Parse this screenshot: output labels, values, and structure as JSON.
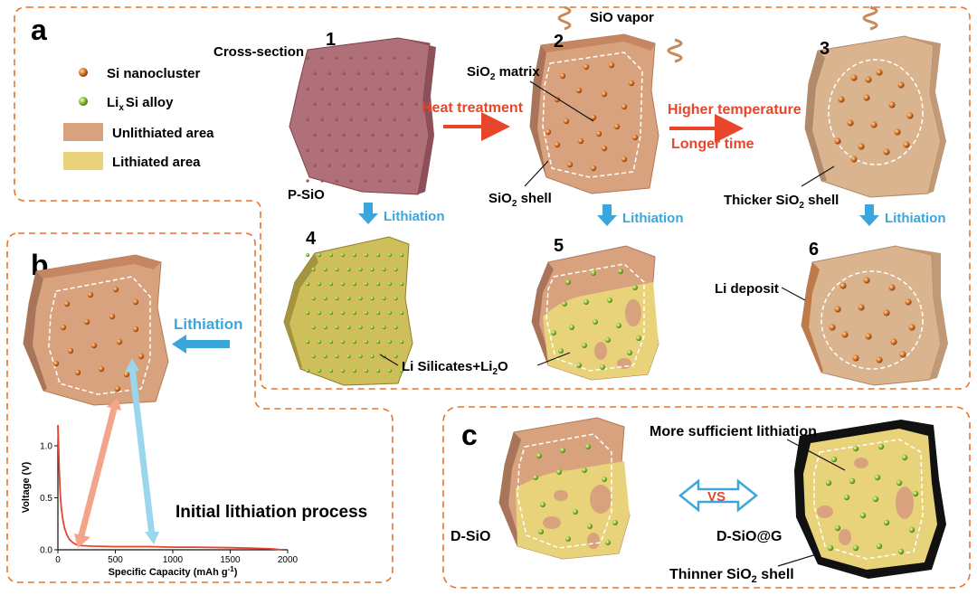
{
  "panels": {
    "a": "a",
    "b": "b",
    "c": "c"
  },
  "legend": {
    "si_nanocluster": "Si nanocluster",
    "lixsi_prefix": "Li",
    "lixsi_sub": "x",
    "lixsi_suffix": "Si alloy",
    "unlithiated": "Unlithiated area",
    "lithiated": "Lithiated area"
  },
  "panel_a": {
    "cross_section": "Cross-section",
    "step_numbers": [
      "1",
      "2",
      "3",
      "4",
      "5",
      "6"
    ],
    "p_sio": "P-SiO",
    "sio_vapor": "SiO vapor",
    "sio2_matrix_pre": "SiO",
    "sio2_matrix_sub": "2",
    "sio2_matrix_post": " matrix",
    "sio2_shell_pre": "SiO",
    "sio2_shell_sub": "2",
    "sio2_shell_post": " shell",
    "thicker_pre": "Thicker SiO",
    "thicker_sub": "2",
    "thicker_post": " shell",
    "heat_treatment": "Heat treatment",
    "higher_temperature": "Higher temperature",
    "longer_time": "Longer time",
    "lithiation": "Lithiation",
    "li_deposit": "Li deposit",
    "li_silicates_pre": "Li Silicates+Li",
    "li_silicates_sub": "2",
    "li_silicates_post": "O"
  },
  "panel_b": {
    "lithiation": "Lithiation",
    "process_label": "Initial lithiation process"
  },
  "panel_c": {
    "d_sio": "D-SiO",
    "d_sio_g": "D-SiO@G",
    "vs": "VS",
    "more_sufficient": "More sufficient lithiation",
    "thinner_pre": "Thinner SiO",
    "thinner_sub": "2",
    "thinner_post": "  shell"
  },
  "chart_data": {
    "type": "line",
    "xlabel_pre": "Specific Capacity (mAh g",
    "xlabel_sup": "-1",
    "xlabel_post": ")",
    "ylabel": "Voltage (V)",
    "xlim": [
      0,
      2000
    ],
    "ylim": [
      0,
      1.2
    ],
    "x_ticks": [
      0,
      500,
      1000,
      1500,
      2000
    ],
    "y_ticks": [
      0.0,
      0.5,
      1.0
    ],
    "y_tick_labels": [
      "0.0",
      "0.5",
      "1.0"
    ],
    "series": [
      {
        "color": "#e8452a",
        "x": [
          0,
          5,
          10,
          20,
          30,
          45,
          60,
          80,
          100,
          130,
          160,
          200,
          300,
          500,
          800,
          1000,
          1200,
          1500,
          1700,
          1850,
          1900,
          1950
        ],
        "values": [
          1.22,
          1.05,
          0.82,
          0.55,
          0.4,
          0.28,
          0.2,
          0.14,
          0.1,
          0.07,
          0.05,
          0.04,
          0.035,
          0.03,
          0.03,
          0.025,
          0.025,
          0.02,
          0.015,
          0.01,
          0.005,
          0.0
        ]
      }
    ],
    "grid": false
  },
  "colors": {
    "unlithiated": "#d9a27e",
    "lithiated": "#e8d27a",
    "psio": "#b0707a",
    "dash_border": "#e8732f",
    "arrow_red": "#e8452a",
    "arrow_blue": "#3ba6dc",
    "si_dot": "#c86a1e",
    "lixsi_dot": "#8dbf3a"
  }
}
